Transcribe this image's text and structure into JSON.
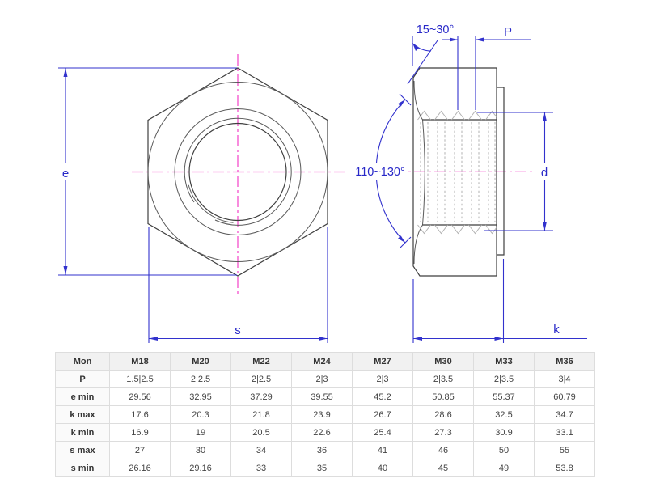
{
  "drawing": {
    "front_view": {
      "labels": {
        "e": "e",
        "s": "s"
      }
    },
    "side_view": {
      "labels": {
        "chamfer_angle": "15~30°",
        "pitch": "P",
        "countersink_angle": "110~130°",
        "diameter": "d",
        "height": "k"
      }
    },
    "colors": {
      "dimension_blue": "#3232cd",
      "centerline_magenta": "#f441c8",
      "outline_gray": "#3f3f3f",
      "thread_gray": "#b2b2b2"
    }
  },
  "table": {
    "columns": [
      "Mon",
      "M18",
      "M20",
      "M22",
      "M24",
      "M27",
      "M30",
      "M33",
      "M36"
    ],
    "rows": [
      {
        "label": "P",
        "values": [
          "1.5|2.5",
          "2|2.5",
          "2|2.5",
          "2|3",
          "2|3",
          "2|3.5",
          "2|3.5",
          "3|4"
        ]
      },
      {
        "label": "e min",
        "values": [
          "29.56",
          "32.95",
          "37.29",
          "39.55",
          "45.2",
          "50.85",
          "55.37",
          "60.79"
        ]
      },
      {
        "label": "k max",
        "values": [
          "17.6",
          "20.3",
          "21.8",
          "23.9",
          "26.7",
          "28.6",
          "32.5",
          "34.7"
        ]
      },
      {
        "label": "k min",
        "values": [
          "16.9",
          "19",
          "20.5",
          "22.6",
          "25.4",
          "27.3",
          "30.9",
          "33.1"
        ]
      },
      {
        "label": "s max",
        "values": [
          "27",
          "30",
          "34",
          "36",
          "41",
          "46",
          "50",
          "55"
        ]
      },
      {
        "label": "s min",
        "values": [
          "26.16",
          "29.16",
          "33",
          "35",
          "40",
          "45",
          "49",
          "53.8"
        ]
      }
    ]
  }
}
